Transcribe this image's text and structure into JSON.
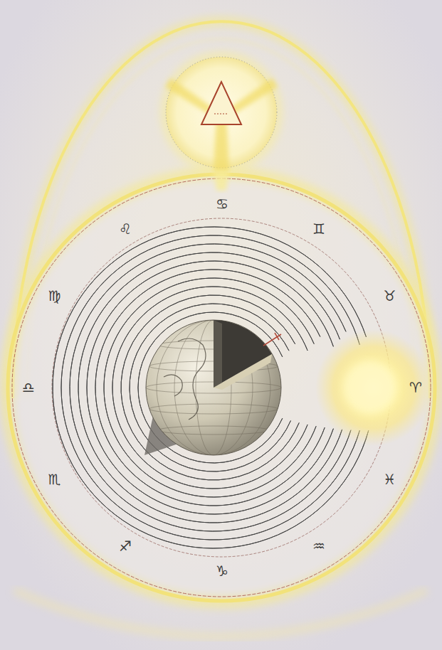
{
  "diagram": {
    "labels": [
      "♋",
      "♊",
      "♉",
      "♈",
      "♓",
      "♒",
      "♑",
      "♐",
      "♏",
      "♎",
      "♍",
      "♌"
    ]
  }
}
